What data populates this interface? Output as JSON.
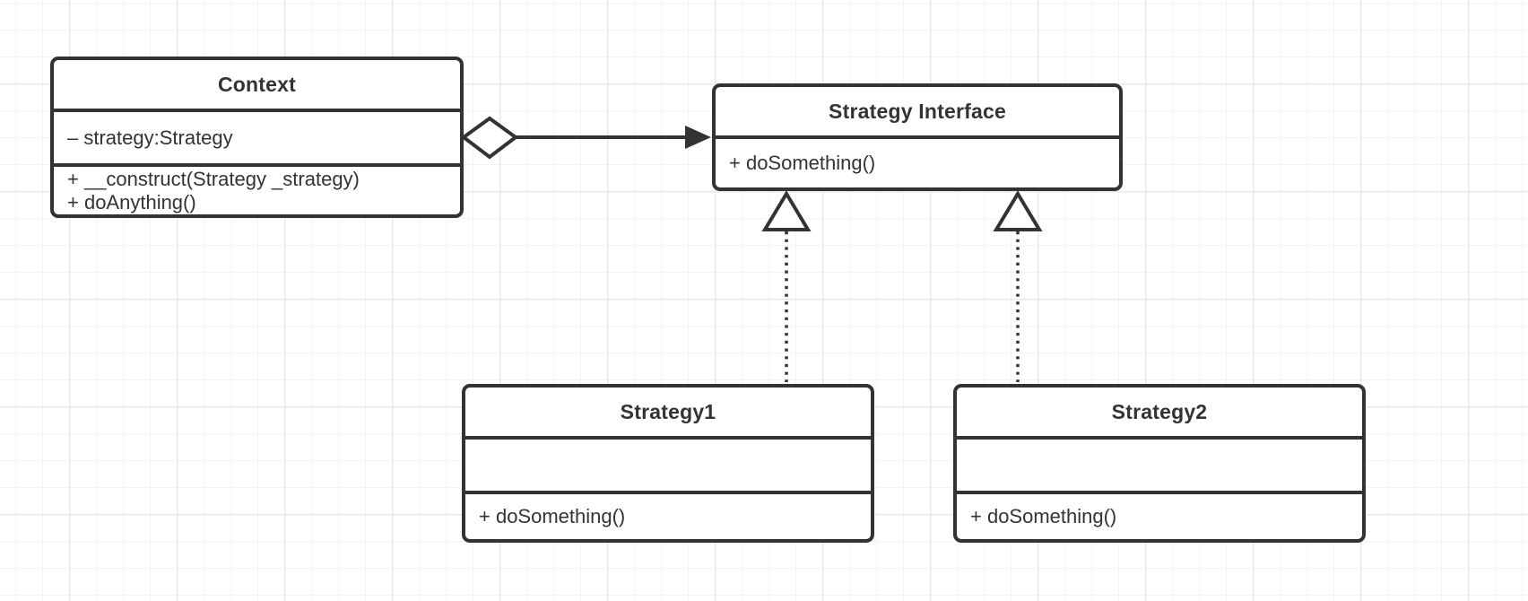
{
  "classes": [
    {
      "name": "Context",
      "attributes": [
        "– strategy:Strategy"
      ],
      "methods": [
        "+ __construct(Strategy _strategy)",
        "+ doAnything()"
      ]
    },
    {
      "name": "Strategy Interface",
      "attributes": [],
      "methods": [
        "+ doSomething()"
      ]
    },
    {
      "name": "Strategy1",
      "attributes": [],
      "methods": [
        "+ doSomething()"
      ]
    },
    {
      "name": "Strategy2",
      "attributes": [],
      "methods": [
        "+ doSomething()"
      ]
    }
  ],
  "relationships": [
    {
      "type": "aggregation",
      "from": "Context",
      "to": "Strategy Interface",
      "line": "solid",
      "marker_from": "hollow-diamond",
      "marker_to": "filled-arrow"
    },
    {
      "type": "realization",
      "from": "Strategy1",
      "to": "Strategy Interface",
      "line": "dotted",
      "marker_to": "hollow-triangle"
    },
    {
      "type": "realization",
      "from": "Strategy2",
      "to": "Strategy Interface",
      "line": "dotted",
      "marker_to": "hollow-triangle"
    }
  ],
  "colors": {
    "stroke": "#333333",
    "shape_fill": "#ffffff",
    "text": "#333333",
    "grid_minor": "#f4f4f4",
    "grid_major": "#e9e9e9",
    "canvas_background": "#ffffff"
  }
}
